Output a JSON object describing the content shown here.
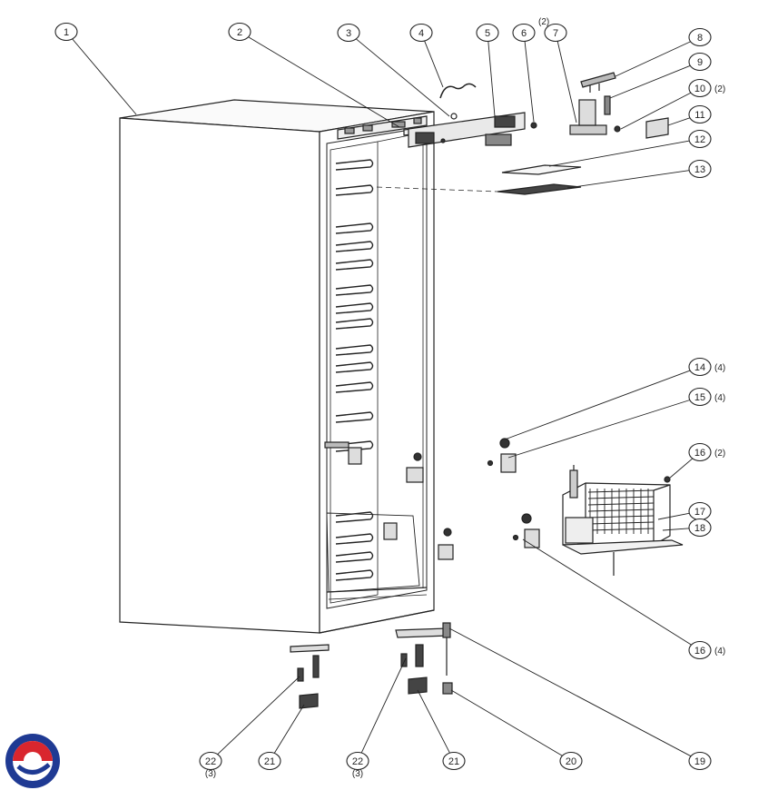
{
  "diagram": {
    "type": "exploded-parts-view",
    "subject": "upright freezer cabinet with compressor and refrigeration unit",
    "callouts": [
      {
        "id": "1",
        "label": "1",
        "qty": ""
      },
      {
        "id": "2",
        "label": "2",
        "qty": ""
      },
      {
        "id": "3",
        "label": "3",
        "qty": ""
      },
      {
        "id": "4",
        "label": "4",
        "qty": ""
      },
      {
        "id": "5",
        "label": "5",
        "qty": ""
      },
      {
        "id": "6",
        "label": "6",
        "qty": "(2)"
      },
      {
        "id": "7",
        "label": "7",
        "qty": ""
      },
      {
        "id": "8",
        "label": "8",
        "qty": ""
      },
      {
        "id": "9",
        "label": "9",
        "qty": ""
      },
      {
        "id": "10",
        "label": "10",
        "qty": "(2)"
      },
      {
        "id": "11",
        "label": "11",
        "qty": ""
      },
      {
        "id": "12",
        "label": "12",
        "qty": ""
      },
      {
        "id": "13",
        "label": "13",
        "qty": ""
      },
      {
        "id": "14",
        "label": "14",
        "qty": "(4)"
      },
      {
        "id": "15",
        "label": "15",
        "qty": "(4)"
      },
      {
        "id": "16a",
        "label": "16",
        "qty": "(2)"
      },
      {
        "id": "17",
        "label": "17",
        "qty": ""
      },
      {
        "id": "18",
        "label": "18",
        "qty": ""
      },
      {
        "id": "16b",
        "label": "16",
        "qty": "(4)"
      },
      {
        "id": "19",
        "label": "19",
        "qty": ""
      },
      {
        "id": "20",
        "label": "20",
        "qty": ""
      },
      {
        "id": "21a",
        "label": "21",
        "qty": ""
      },
      {
        "id": "22a",
        "label": "22",
        "qty": "(3)"
      },
      {
        "id": "21b",
        "label": "21",
        "qty": ""
      },
      {
        "id": "22b",
        "label": "22",
        "qty": "(3)"
      }
    ]
  },
  "logo": {
    "name": "brand-logo",
    "colors": [
      "#1f3a93",
      "#d9262e"
    ]
  }
}
